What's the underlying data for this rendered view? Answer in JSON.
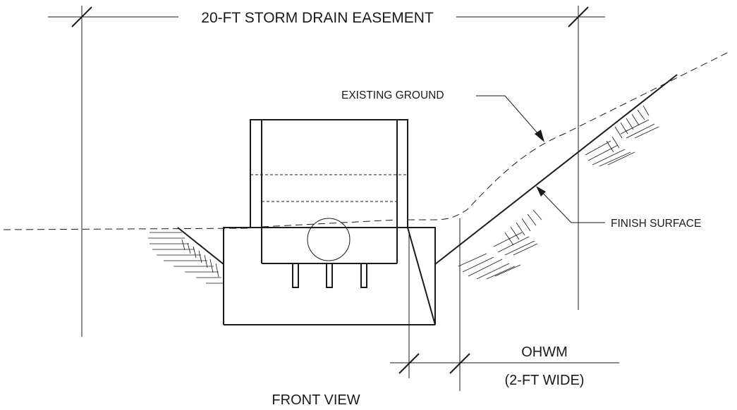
{
  "labels": {
    "easement": "20-FT STORM DRAIN EASEMENT",
    "existing_ground": "EXISTING GROUND",
    "finish_surface": "FINISH SURFACE",
    "ohwm": "OHWM",
    "ohwm_width": "(2-FT WIDE)",
    "view_title": "FRONT VIEW"
  }
}
